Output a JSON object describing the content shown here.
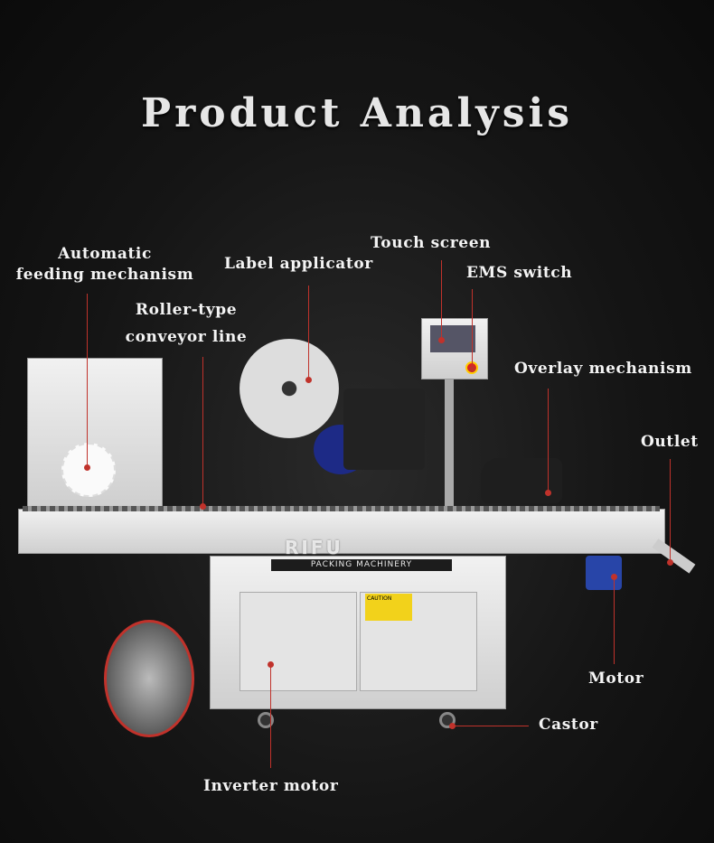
{
  "title": "Product Analysis",
  "callouts": {
    "feeding_1": "Automatic",
    "feeding_2": "feeding mechanism",
    "label_applicator": "Label applicator",
    "touch_screen": "Touch screen",
    "ems_switch": "EMS switch",
    "conveyor_1": "Roller-type",
    "conveyor_2": "conveyor line",
    "overlay": "Overlay mechanism",
    "outlet": "Outlet",
    "motor": "Motor",
    "castor": "Castor",
    "inverter": "Inverter motor"
  },
  "watermark": {
    "brand": "RIFU",
    "sub": "PACKING MACHINERY"
  },
  "caution_label": "CAUTION",
  "colors": {
    "leader": "#c0322b",
    "background": "#151515"
  }
}
